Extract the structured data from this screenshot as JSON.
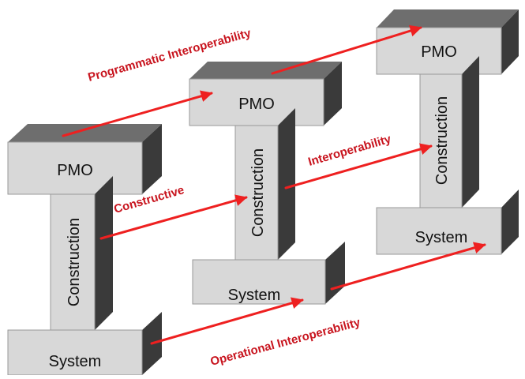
{
  "colors": {
    "face": "#d8d8d8",
    "side": "#3a3a3a",
    "top": "#6e6e6e",
    "arrow": "#ee2020",
    "label": "#c8141e",
    "text": "#111111"
  },
  "columns": [
    {
      "top": "PMO",
      "middle": "Construction",
      "bottom": "System"
    },
    {
      "top": "PMO",
      "middle": "Construction",
      "bottom": "System"
    },
    {
      "top": "PMO",
      "middle": "Construction",
      "bottom": "System"
    }
  ],
  "labels": {
    "programmatic": "Programmatic Interoperability",
    "constructive": "Constructive",
    "interoperability": "Interoperability",
    "operational": "Operational Interoperability"
  }
}
